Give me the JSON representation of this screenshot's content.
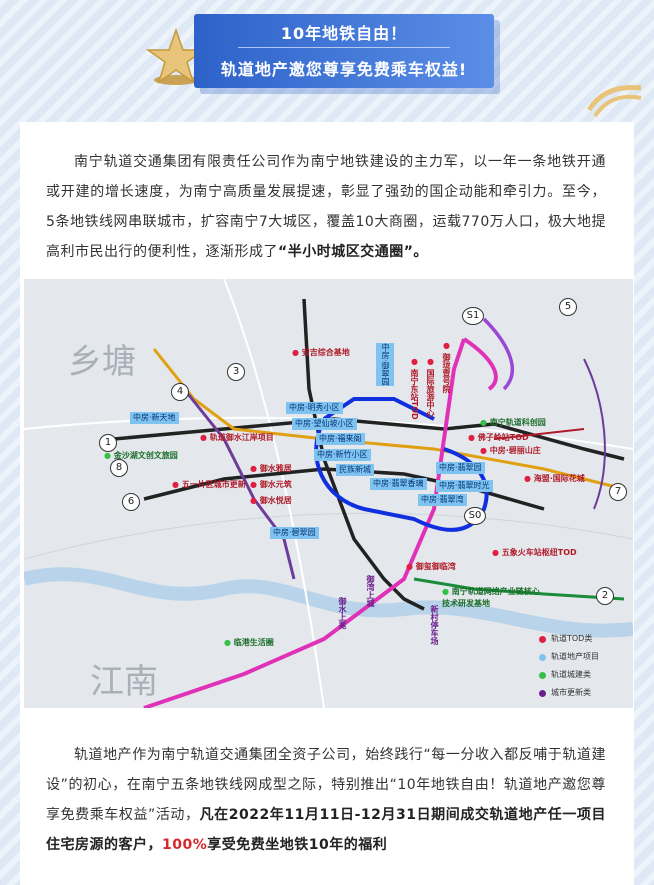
{
  "banner": {
    "line1": "10年地铁自由！",
    "line2": "轨道地产邀您尊享免费乘车权益!"
  },
  "intro": {
    "p1_a": "南宁轨道交通集团有限责任公司作为南宁地铁建设的主力军，以一年一条地铁开通或开建的增长速度，为南宁高质量发展提速，彰显了强劲的国企动能和牵引力。至今，5条地铁线网串联城市，扩容南宁7大城区，覆盖10大商圈，运载770万人口，极大地提高利市民出行的便利性，逐渐形成了",
    "p1_b": "“半小时城区交通圈”。"
  },
  "map": {
    "place_names": [
      "乡塘",
      "江南"
    ],
    "line_numbers": [
      "1",
      "2",
      "3",
      "4",
      "5",
      "6",
      "7",
      "8",
      "S1",
      "S0"
    ],
    "labels_blue": [
      "中房·新天地",
      "中房·明秀小区",
      "中房·望仙坡小区",
      "中房·福来阁",
      "中房·新竹小区",
      "民族新城",
      "中房·翡翠园",
      "中房·翡翠香璃",
      "中房·翡翠时光",
      "中房·翡翠湾",
      "中房·碧翠园",
      "中房·御翠园"
    ],
    "labels_red": [
      "安吉综合基地",
      "轨道御水江岸项目",
      "五一片区城市更新",
      "御水雅居",
      "御水元筑",
      "御水悦居",
      "佛子岭站TOD",
      "中房·碧丽山庄",
      "海盟·国际花城",
      "五象火车站枢纽TOD",
      "御玺御临湾",
      "南宁东站TOD",
      "国际旅游中心",
      "御珑壹号院"
    ],
    "labels_green": [
      "南宁轨道科创园",
      "金沙湖文创文旅园",
      "临港生活圈",
      "南宁轨道网络产业链核心技术研发基地"
    ],
    "labels_purple": [
      "御水上冕",
      "御湾上城",
      "新村停车场"
    ],
    "legend": [
      "轨道TOD类",
      "轨道地产项目",
      "轨道城建类",
      "城市更新类"
    ],
    "colors": {
      "line1": "#2233aa",
      "line2": "#1a8c3a",
      "line3": "#e0a012",
      "line4": "#6d3c9a",
      "line5": "#e032b8",
      "s0": "#1030e0",
      "s1": "#9a46d6"
    }
  },
  "outro": {
    "p2_a": "轨道地产作为南宁轨道交通集团全资子公司，始终践行“每一分收入都反哺于轨道建设”的初心，在南宁五条地铁线网成型之际，特别推出“10年地铁自由！轨道地产邀您尊享免费乘车权益”活动，",
    "p2_b": "凡在2022年11月11日-12月31日期间成交轨道地产任一项目住宅房源的客户，",
    "p2_c": "100%",
    "p2_d": "享受免费坐地铁10年的福利"
  }
}
